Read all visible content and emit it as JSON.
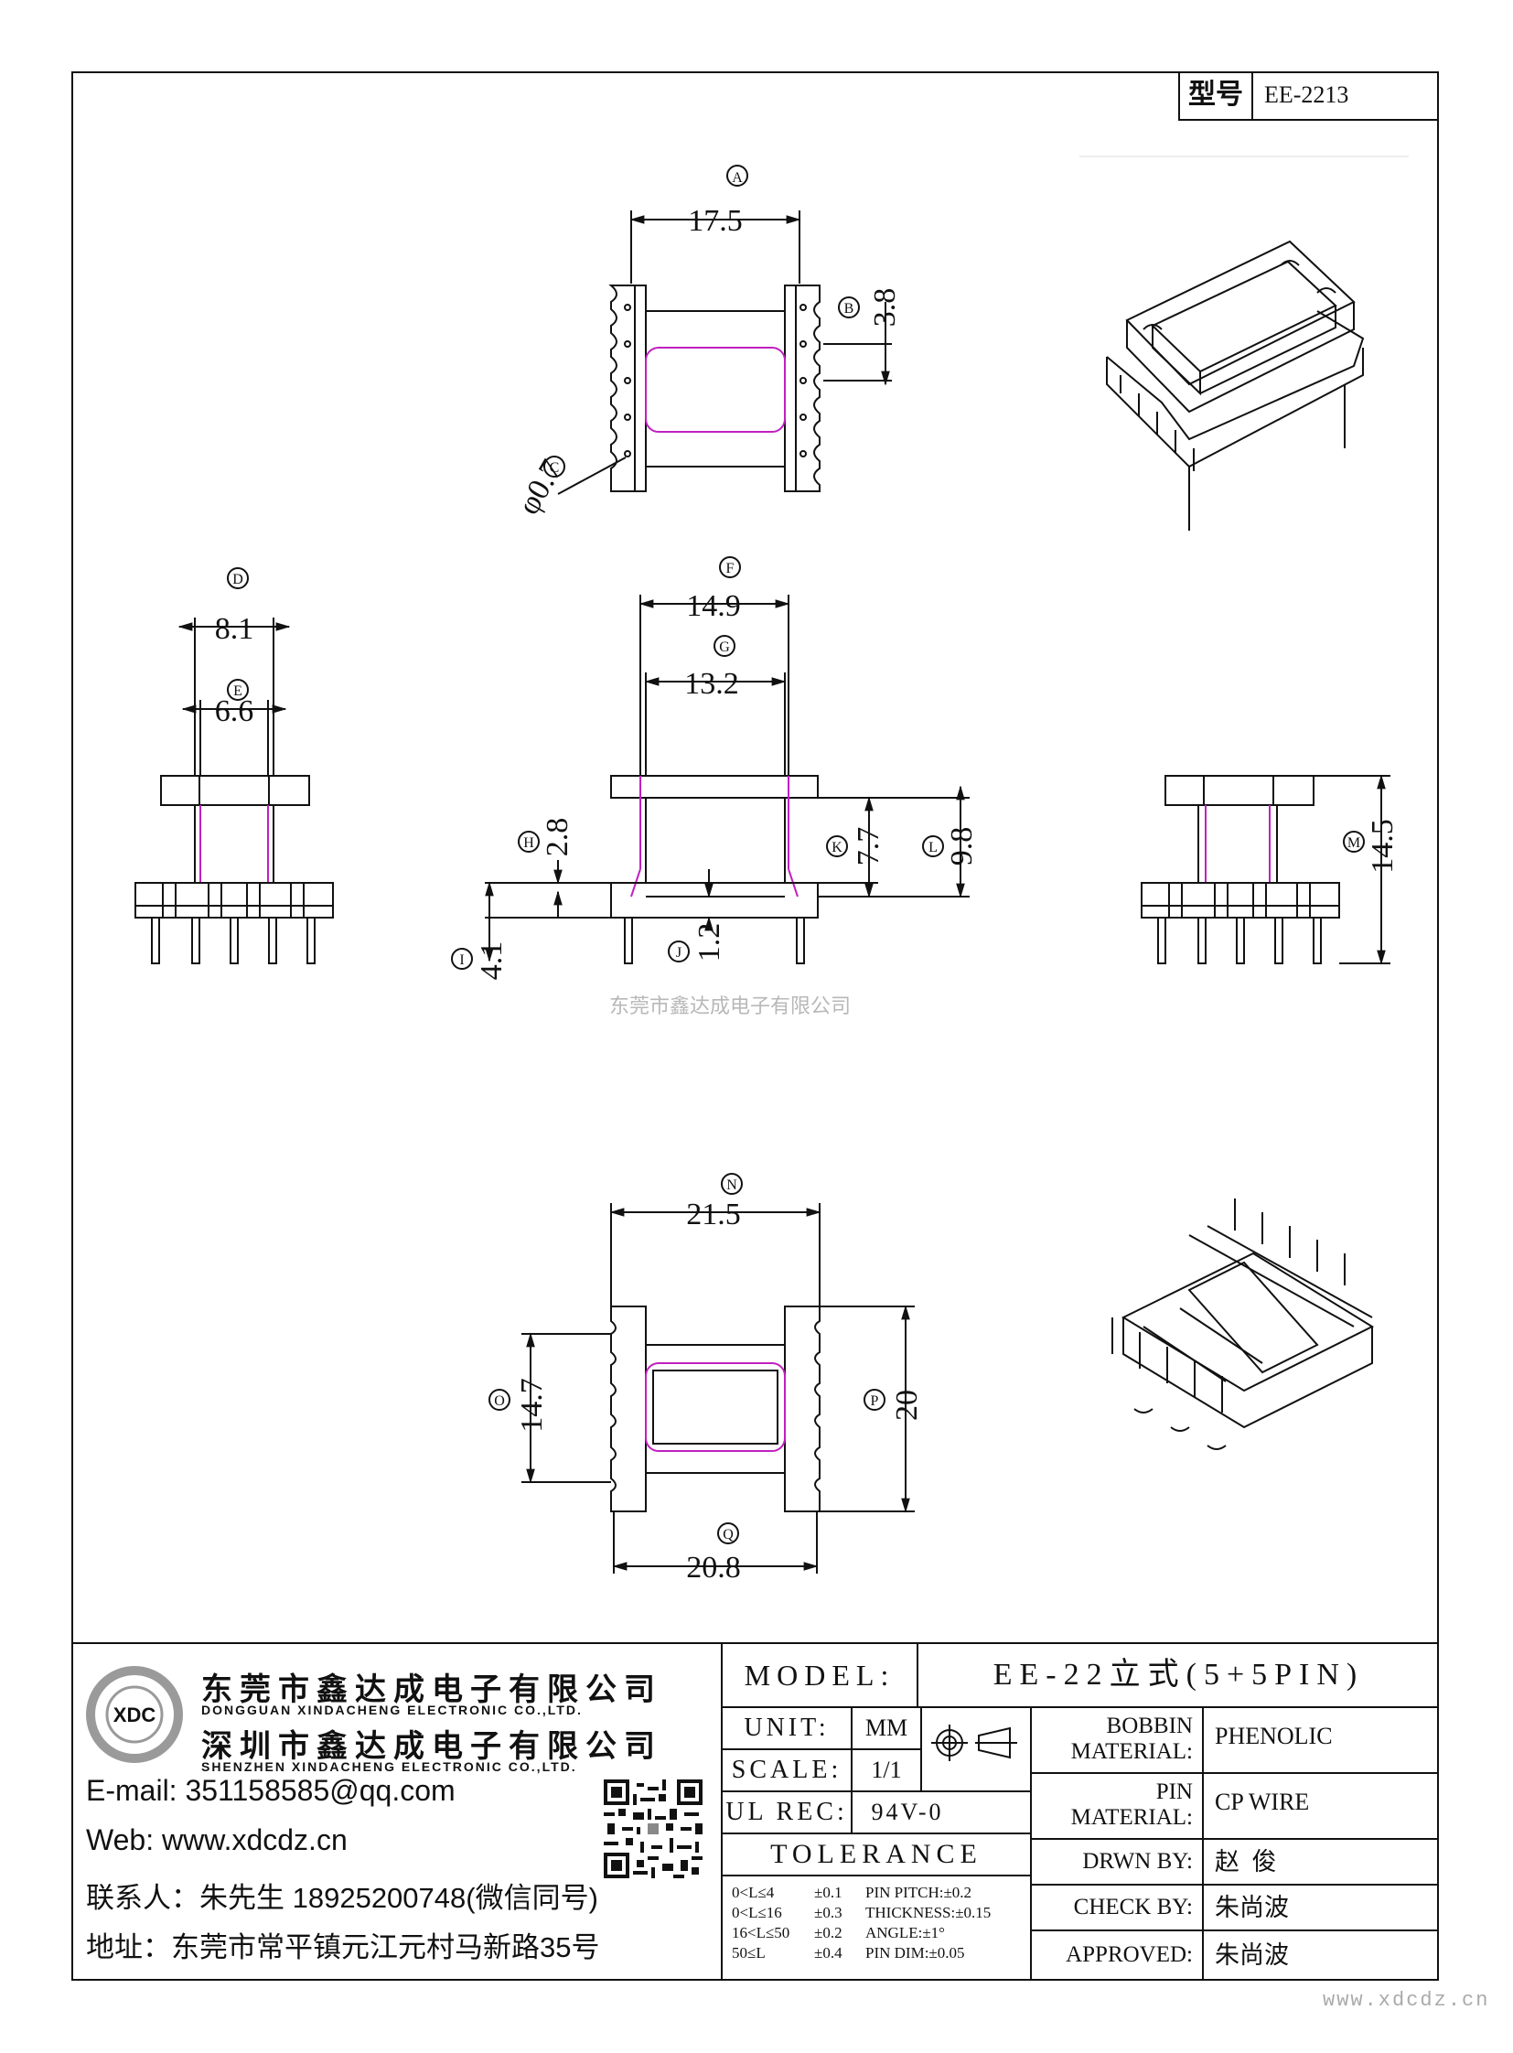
{
  "model_box": {
    "label": "型号",
    "value": "EE-2213"
  },
  "watermark_center": "东莞市鑫达成电子有限公司",
  "footer_url": "www.xdcdz.cn",
  "dimensions": {
    "A": {
      "mark": "A",
      "value": "17.5"
    },
    "B": {
      "mark": "B",
      "value": "3.8"
    },
    "C": {
      "mark": "C",
      "value": "φ0.7"
    },
    "D": {
      "mark": "D",
      "value": "8.1"
    },
    "E": {
      "mark": "E",
      "value": "6.6"
    },
    "F": {
      "mark": "F",
      "value": "14.9"
    },
    "G": {
      "mark": "G",
      "value": "13.2"
    },
    "H": {
      "mark": "H",
      "value": "2.8"
    },
    "I": {
      "mark": "I",
      "value": "4.1"
    },
    "J": {
      "mark": "J",
      "value": "1.2"
    },
    "K": {
      "mark": "K",
      "value": "7.7"
    },
    "L": {
      "mark": "L",
      "value": "9.8"
    },
    "M": {
      "mark": "M",
      "value": "14.5"
    },
    "N": {
      "mark": "N",
      "value": "21.5"
    },
    "O": {
      "mark": "O",
      "value": "14.7"
    },
    "P": {
      "mark": "P",
      "value": "20"
    },
    "Q": {
      "mark": "Q",
      "value": "20.8"
    }
  },
  "company": {
    "name_cn_1": "东莞市鑫达成电子有限公司",
    "name_en_1": "DONGGUAN XINDACHENG ELECTRONIC CO.,LTD.",
    "name_cn_2": "深圳市鑫达成电子有限公司",
    "name_en_2": "SHENZHEN XINDACHENG ELECTRONIC CO.,LTD.",
    "email": "E-mail:  351158585@qq.com",
    "web": "Web:  www.xdcdz.cn",
    "contact": "联系人：朱先生 18925200748(微信同号)",
    "address": "地址：东莞市常平镇元江元村马新路35号"
  },
  "title_block": {
    "model_label": "MODEL:",
    "model_value": "EE-22立式(5+5PIN)",
    "unit_label": "UNIT:",
    "unit_value": "MM",
    "scale_label": "SCALE:",
    "scale_value": "1/1",
    "ulrec_label": "UL REC:",
    "ulrec_value": "94V-0",
    "tolerance_label": "TOLERANCE",
    "tolerance_rows": [
      {
        "range": "0<L≤4",
        "tol": "±0.1",
        "item": "PIN PITCH:±0.2"
      },
      {
        "range": "0<L≤16",
        "tol": "±0.3",
        "item": "THICKNESS:±0.15"
      },
      {
        "range": "16<L≤50",
        "tol": "±0.2",
        "item": "ANGLE:±1°"
      },
      {
        "range": "50≤L",
        "tol": "±0.4",
        "item": "PIN DIM:±0.05"
      }
    ],
    "bobbin_label_1": "BOBBIN",
    "bobbin_label_2": "MATERIAL:",
    "bobbin_value": "PHENOLIC",
    "pin_label_1": "PIN",
    "pin_label_2": "MATERIAL:",
    "pin_value": "CP WIRE",
    "drawn_label": "DRWN BY:",
    "drawn_value": "赵  俊",
    "check_label": "CHECK BY:",
    "check_value": "朱尚波",
    "approved_label": "APPROVED:",
    "approved_value": "朱尚波"
  }
}
